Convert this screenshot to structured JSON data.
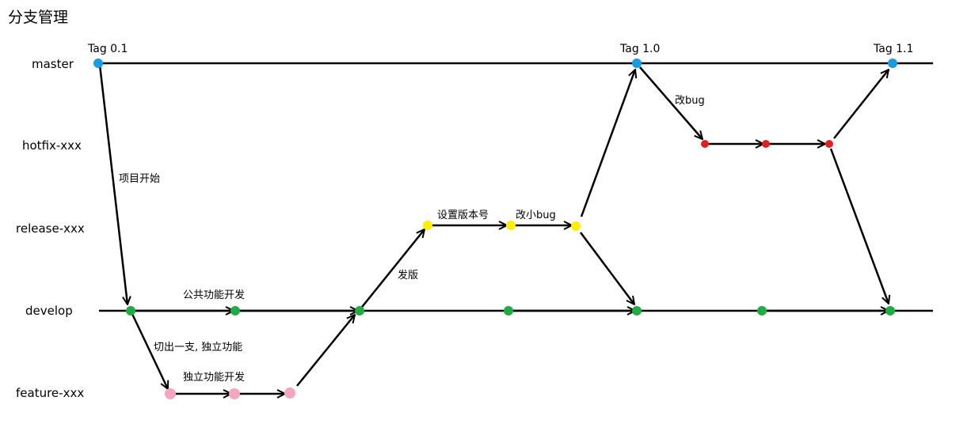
{
  "title": "分支管理",
  "lanes": [
    {
      "id": "master",
      "label": "master"
    },
    {
      "id": "hotfix",
      "label": "hotfix-xxx"
    },
    {
      "id": "release",
      "label": "release-xxx"
    },
    {
      "id": "develop",
      "label": "develop"
    },
    {
      "id": "feature",
      "label": "feature-xxx"
    }
  ],
  "colors": {
    "master": "#1a9be0",
    "hotfix": "#e02020",
    "release": "#ffee00",
    "develop": "#22aa44",
    "feature": "#f4a6c0",
    "line": "#000000"
  },
  "tags": {
    "t01": "Tag 0.1",
    "t10": "Tag 1.0",
    "t11": "Tag 1.1"
  },
  "edge_labels": {
    "project_start": "项目开始",
    "common_dev": "公共功能开发",
    "branch_out": "切出一支, 独立功能",
    "independent_dev": "独立功能开发",
    "release_out": "发版",
    "set_version": "设置版本号",
    "fix_minor_bug": "改小bug",
    "fix_bug": "改bug"
  }
}
